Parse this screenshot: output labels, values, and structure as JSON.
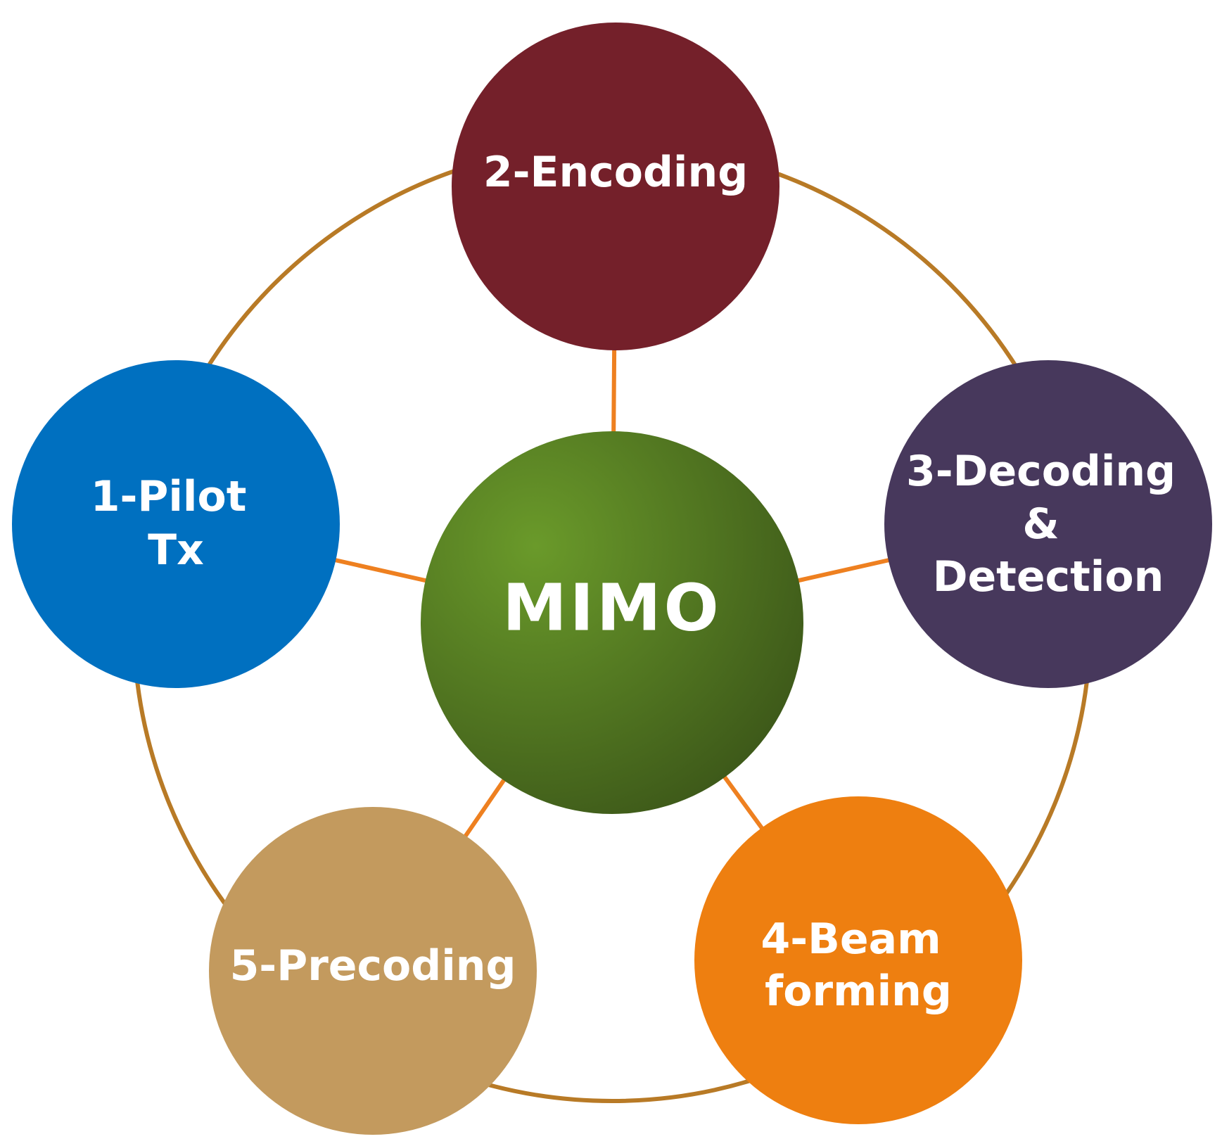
{
  "diagram": {
    "colors": {
      "outer_ring": "#B87A26",
      "spokes": "#EE8020",
      "hub_light": "#6A9A2A",
      "hub_dark": "#3A5418",
      "label": "#FFFFFF"
    },
    "hub": {
      "label": "MIMO",
      "color": "#4E7A22"
    },
    "nodes": [
      {
        "label_lines": [
          "1-Pilot",
          "Tx"
        ],
        "color": "#0070C0"
      },
      {
        "label_lines": [
          "2-Encoding"
        ],
        "color": "#74202A"
      },
      {
        "label_lines": [
          "3-Decoding",
          "&",
          "Detection"
        ],
        "color": "#47385C"
      },
      {
        "label_lines": [
          "4-Beam",
          "forming"
        ],
        "color": "#EE7F10"
      },
      {
        "label_lines": [
          "5-Precoding"
        ],
        "color": "#C39A5E"
      }
    ]
  }
}
